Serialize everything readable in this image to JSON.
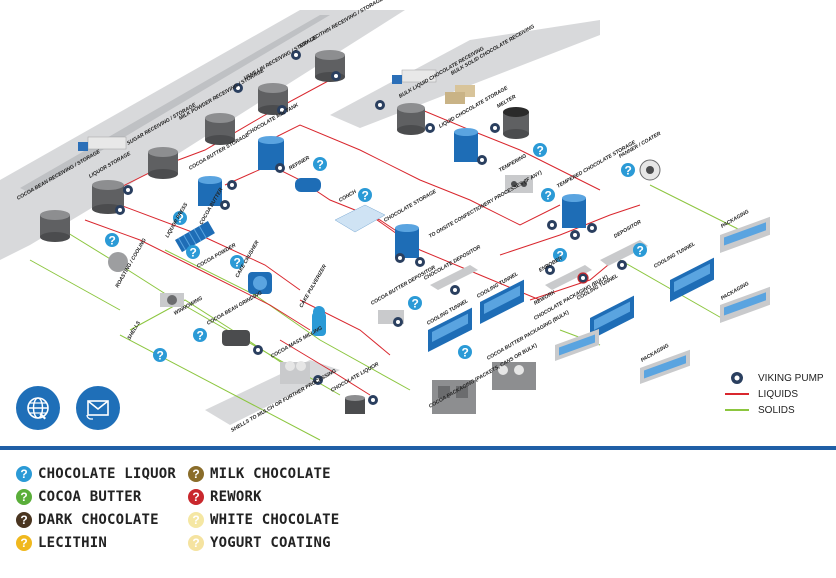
{
  "colors": {
    "liquor": "#2b9ad6",
    "butter": "#5aae3a",
    "dark": "#4a3520",
    "lecithin": "#f0b81e",
    "milk": "#8a6d2a",
    "rework": "#c9282d",
    "white": "#f5e7a3",
    "yogurt": "#f5e3a0",
    "liquid_line": "#d9272e",
    "solid_line": "#8cc63f",
    "tank_blue": "#1e6db6",
    "divider": "#1f5fa6"
  },
  "labels": {
    "cocoa_bean": "COCOA BEAN RECEIVING / STORAGE",
    "liquor_storage": "LIQUOR STORAGE",
    "sugar": "SUGAR RECEIVING / STORAGE",
    "cocoa_butter_storage": "COCOA BUTTER STORAGE",
    "milk_powder": "MILK POWDER RECEIVING / STORAGE",
    "vanillin": "VANILLIN RECEIVING / STORAGE",
    "soy_lecithin": "SOY LECITHIN RECEIVING / STORAGE",
    "chocolate_mix_tank": "CHOCOLATE MIX TANK",
    "refiner": "REFINER",
    "conch": "CONCH",
    "liquid_choc_receiving": "BULK LIQUID CHOCOLATE RECEIVING",
    "bulk_solid_receiving": "BULK SOLID CHOCOLATE RECEIVING",
    "liquid_choc_storage": "LIQUID CHOCOLATE STORAGE",
    "melter": "MELTER",
    "tempering": "TEMPERING",
    "tempered_storage": "TEMPERED CHOCOLATE STORAGE",
    "panner": "PANNER / COATER",
    "chocolate_storage": "CHOCOLATE STORAGE",
    "onsite": "TO ONSITE CONFECTIONERY PROCESSES (IF ANY)",
    "liquor_press": "LIQUOR PRESS",
    "cocoa_butter": "COCOA BUTTER",
    "cocoa_powder": "COCOA POWDER",
    "cake_crusher": "CAKE CRUSHER",
    "cake_pulverizer": "CAKE PULVERIZER",
    "roasting": "ROASTING / COOLING",
    "shells": "SHELLS",
    "winnowing": "WINNOWING",
    "bean_grinding": "COCOA BEAN GRINDING",
    "cocoa_mass_milling": "COCOA MASS MILLING",
    "chocolate_liquor": "CHOCOLATE LIQUOR",
    "shells_mulch": "SHELLS TO MULCH OR FURTHER PROCESSING",
    "cocoa_butter_depositor": "COCOA BUTTER DEPOSITOR",
    "cooling_tunnel": "COOLING TUNNEL",
    "cocoa_butter_packaging": "COCOA BUTTER PACKAGING (BULK)",
    "cocoa_packaging": "COCOA PACKAGING (PACKETS, CANS OR BULK)",
    "chocolate_depositor": "CHOCOLATE DEPOSITOR",
    "enrober": "ENROBER",
    "rework": "REWORK",
    "choc_packaging_bulk": "CHOCOLATE PACKAGING (BULK)",
    "depositor": "DEPOSITOR",
    "packaging": "PACKAGING"
  },
  "key": {
    "pump": "VIKING PUMP",
    "liquids": "LIQUIDS",
    "solids": "SOLIDS"
  },
  "legend": {
    "left": [
      {
        "label": "CHOCOLATE LIQUOR",
        "color": "#2b9ad6"
      },
      {
        "label": "COCOA BUTTER",
        "color": "#5aae3a"
      },
      {
        "label": "DARK CHOCOLATE",
        "color": "#4a3520"
      },
      {
        "label": "LECITHIN",
        "color": "#f0b81e"
      }
    ],
    "right": [
      {
        "label": "MILK CHOCOLATE",
        "color": "#8a6d2a"
      },
      {
        "label": "REWORK",
        "color": "#c9282d"
      },
      {
        "label": "WHITE CHOCOLATE",
        "color": "#f5e7a3"
      },
      {
        "label": "YOGURT COATING",
        "color": "#f5e3a0"
      }
    ]
  },
  "legend_mark": "?",
  "icons": {
    "web": "globe-icon",
    "mail": "mail-icon"
  }
}
